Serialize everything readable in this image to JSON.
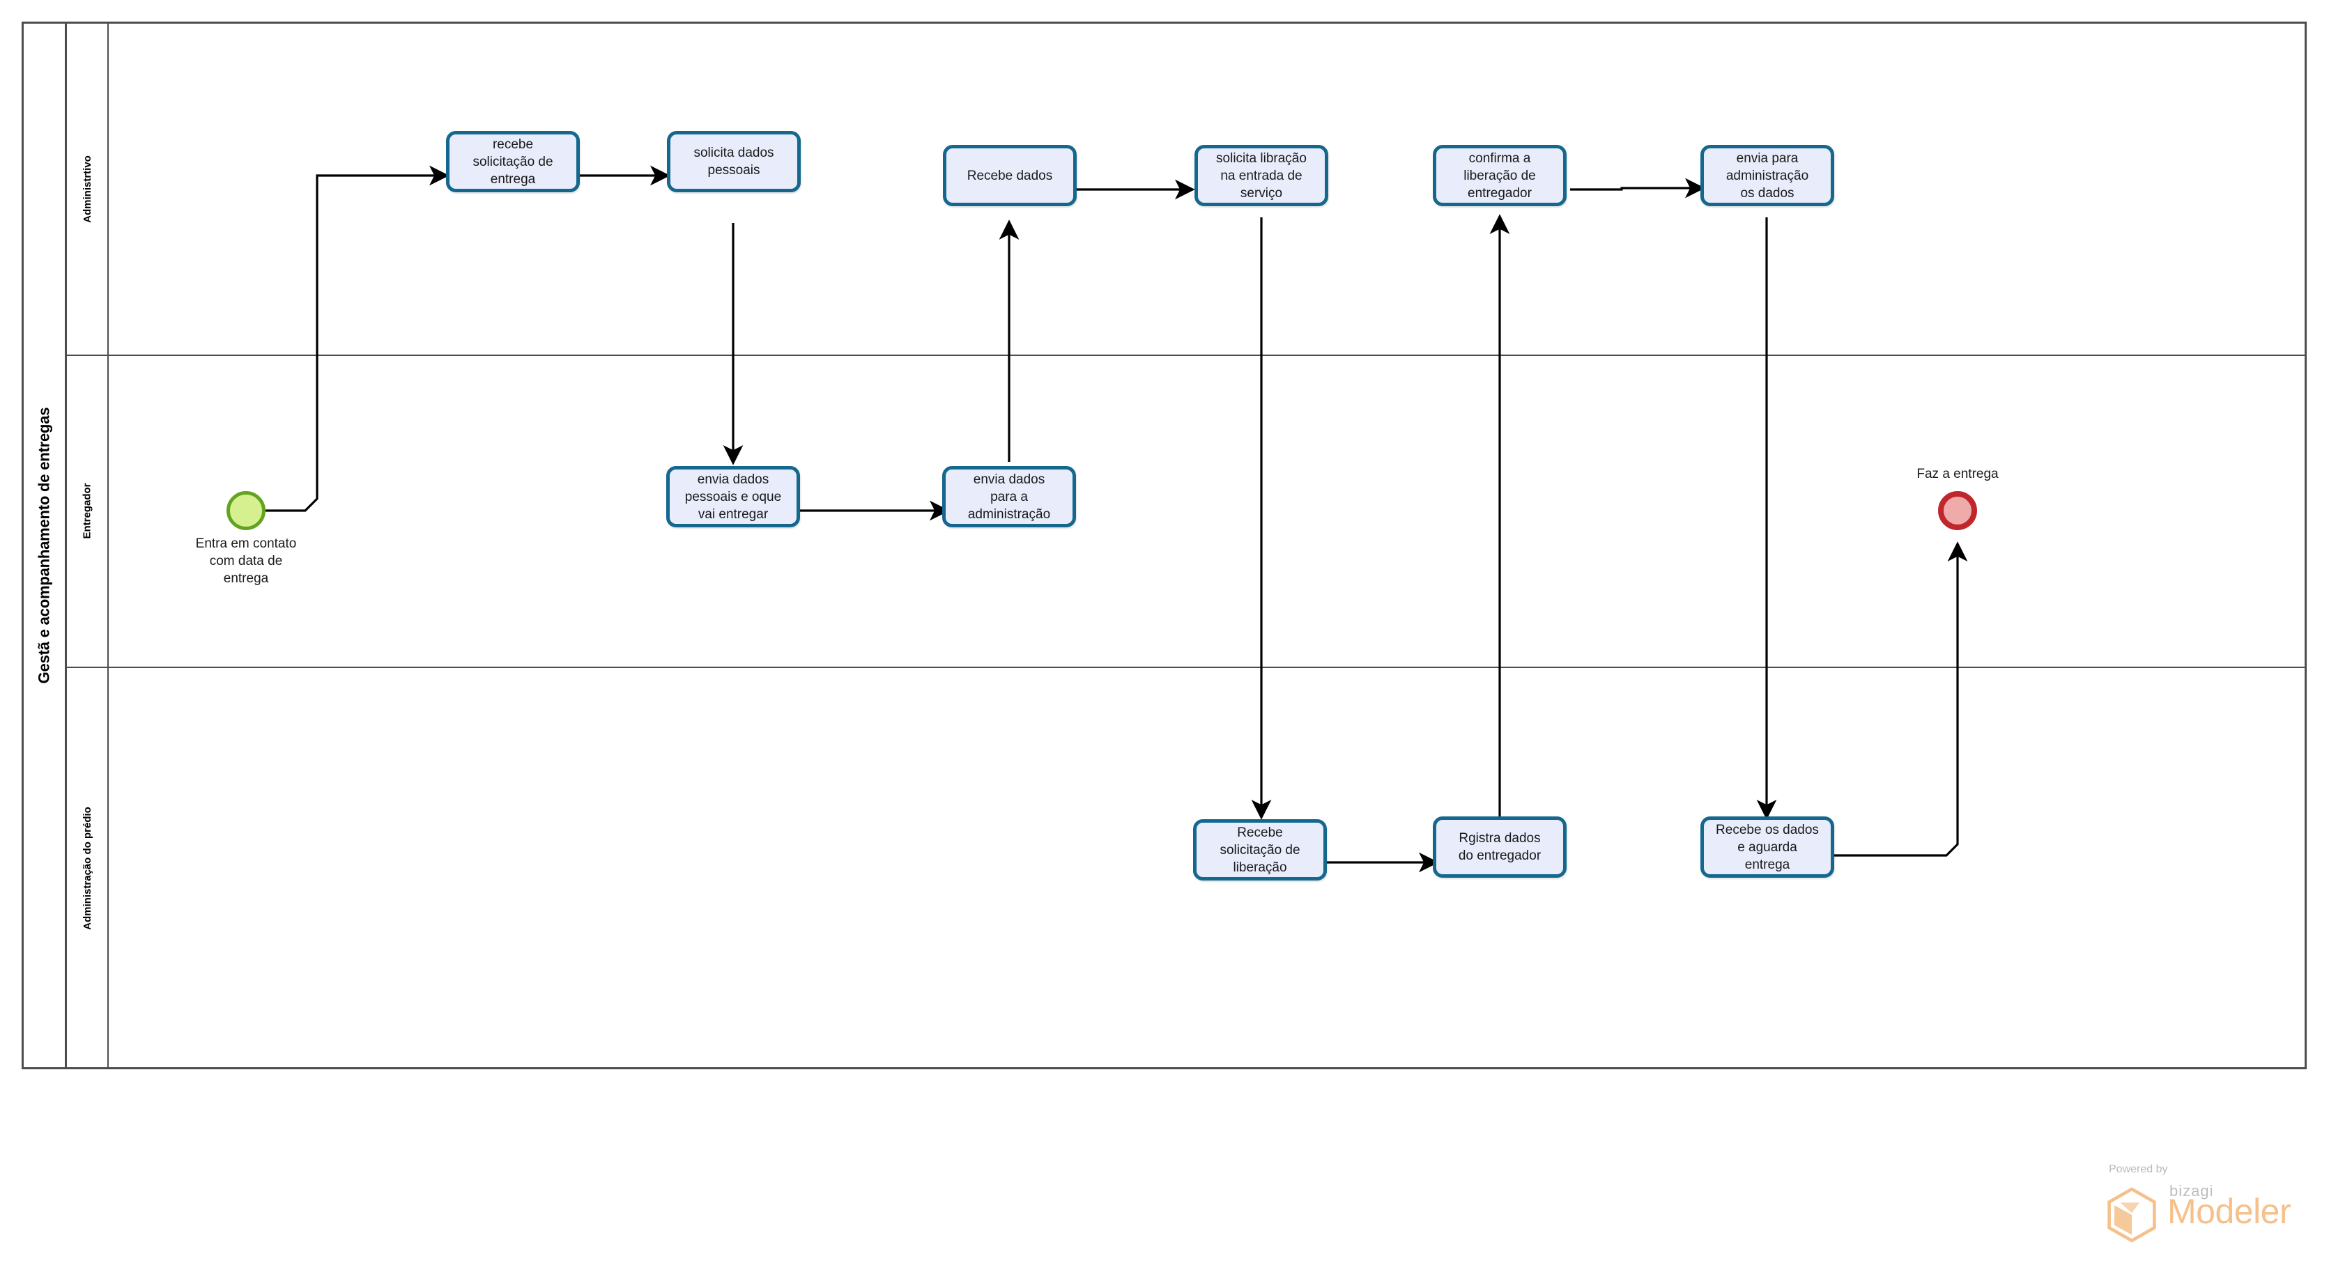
{
  "diagram": {
    "type": "bpmn-process-diagram",
    "pool": {
      "name": "Gestã e acompanhamento de entregas"
    },
    "lanes": [
      {
        "id": "lane-administrativo",
        "name": "Administrtivo"
      },
      {
        "id": "lane-entregador",
        "name": "Entregador"
      },
      {
        "id": "lane-administracao",
        "name": "Administração do prédio"
      }
    ],
    "events": [
      {
        "id": "start-event",
        "kind": "start",
        "lane": "lane-entregador",
        "label": "Entra em contato\ncom data de\nentrega",
        "fill": "#d6f08f",
        "stroke": "#62a420"
      },
      {
        "id": "end-event",
        "kind": "end",
        "lane": "lane-entregador",
        "label": "Faz a entrega",
        "fill": "#eeabaa",
        "stroke": "#c0272d"
      }
    ],
    "tasks": [
      {
        "id": "task-recebe-solicitacao-entrega",
        "lane": "lane-administrativo",
        "label": "recebe\nsolicitação de\nentrega"
      },
      {
        "id": "task-solicita-dados-pessoais",
        "lane": "lane-administrativo",
        "label": "solicita dados\npessoais"
      },
      {
        "id": "task-recebe-dados",
        "lane": "lane-administrativo",
        "label": "Recebe dados"
      },
      {
        "id": "task-solicita-libracao",
        "lane": "lane-administrativo",
        "label": "solicita libração\nna entrada de\nserviço"
      },
      {
        "id": "task-confirma-liberacao",
        "lane": "lane-administrativo",
        "label": "confirma a\nliberação de\nentregador"
      },
      {
        "id": "task-envia-para-administracao",
        "lane": "lane-administrativo",
        "label": "envia para\nadministração\nos dados"
      },
      {
        "id": "task-envia-dados-pessoais",
        "lane": "lane-entregador",
        "label": "envia dados\npessoais e oque\nvai entregar"
      },
      {
        "id": "task-envia-dados-administracao",
        "lane": "lane-entregador",
        "label": "envia dados\npara a\nadministração"
      },
      {
        "id": "task-recebe-solicitacao-liberacao",
        "lane": "lane-administracao",
        "label": "Recebe\nsolicitação de\nliberação"
      },
      {
        "id": "task-rgistra-dados",
        "lane": "lane-administracao",
        "label": "Rgistra dados\ndo entregador"
      },
      {
        "id": "task-recebe-dados-aguarda",
        "lane": "lane-administracao",
        "label": "Recebe os dados\ne aguarda\nentrega"
      }
    ],
    "colors": {
      "task_stroke": "#14688e",
      "task_fill": "#e8ecfb",
      "pool_stroke": "#4d4d4d",
      "flow_stroke": "#000000",
      "start_stroke": "#62a420",
      "start_fill": "#d6f08f",
      "end_stroke": "#c0272d",
      "end_fill": "#eeabaa"
    }
  },
  "watermark": {
    "powered_by": "Powered by",
    "brand": "bizagi",
    "product": "Modeler",
    "brand_color": "#f5c08a"
  }
}
